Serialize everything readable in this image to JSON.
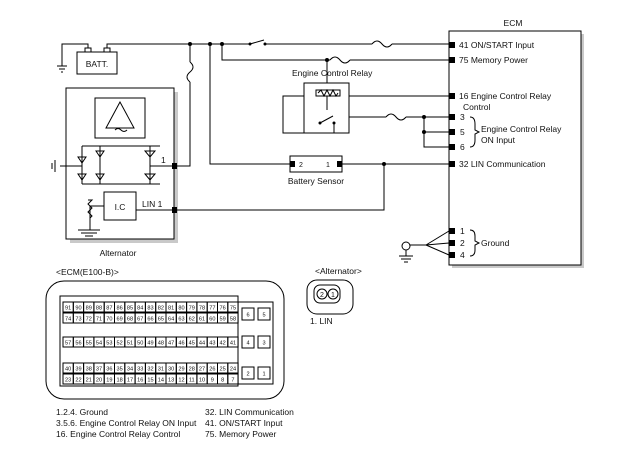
{
  "ecm": {
    "title": "ECM",
    "pins": [
      "41 ON/START Input",
      "75 Memory Power",
      "16 Engine Control Relay",
      "Control",
      "3",
      "5",
      "6",
      "Engine Control Relay",
      "ON Input",
      "32 LIN Communication",
      "1",
      "2",
      "4",
      "Ground"
    ]
  },
  "components": {
    "battery": "BATT.",
    "relay": "Engine Control Relay",
    "battery_sensor": "Battery Sensor",
    "battery_sensor_pin_a": "2",
    "battery_sensor_pin_b": "1",
    "alternator": "Alternator",
    "alternator_b_pin": "1",
    "ic": "I.C",
    "alternator_lin": "LIN 1"
  },
  "connectors": {
    "ecm_title": "<ECM(E100-B)>",
    "alt_title": "<Alternator>",
    "alt_pin_a": "2",
    "alt_pin_b": "1",
    "alt_legend": "1. LIN",
    "ecm_rows": [
      [
        "91",
        "90",
        "89",
        "88",
        "87",
        "86",
        "85",
        "84",
        "83",
        "82",
        "81",
        "80",
        "79",
        "78",
        "77",
        "76",
        "75"
      ],
      [
        "74",
        "73",
        "72",
        "71",
        "70",
        "69",
        "68",
        "67",
        "66",
        "65",
        "64",
        "63",
        "62",
        "61",
        "60",
        "59",
        "58"
      ],
      [
        "57",
        "56",
        "55",
        "54",
        "53",
        "52",
        "51",
        "50",
        "49",
        "48",
        "47",
        "46",
        "45",
        "44",
        "43",
        "42",
        "41"
      ],
      [
        "40",
        "39",
        "38",
        "37",
        "36",
        "35",
        "34",
        "33",
        "32",
        "31",
        "30",
        "29",
        "28",
        "27",
        "26",
        "25",
        "24"
      ],
      [
        "23",
        "22",
        "21",
        "20",
        "19",
        "18",
        "17",
        "16",
        "15",
        "14",
        "13",
        "12",
        "11",
        "10",
        "9",
        "8",
        "7"
      ]
    ],
    "ecm_side": [
      [
        "6",
        "5"
      ],
      [
        "4",
        "3"
      ],
      [
        "2",
        "1"
      ]
    ]
  },
  "legend": [
    "1.2.4. Ground",
    "3.5.6. Engine Control Relay ON Input",
    "16. Engine Control Relay Control",
    "32. LIN Communication",
    "41. ON/START Input",
    "75. Memory Power"
  ]
}
